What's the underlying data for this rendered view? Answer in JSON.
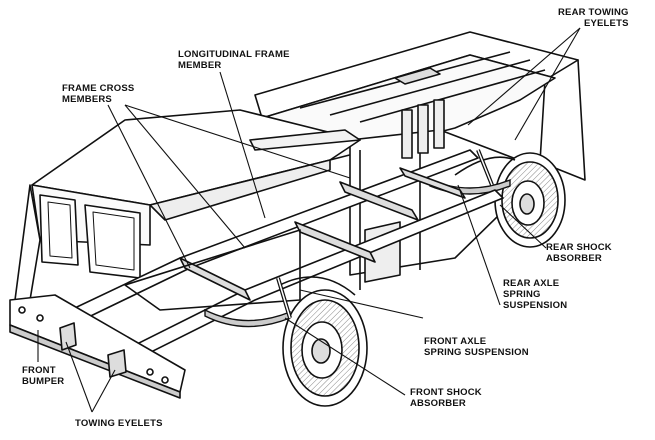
{
  "labels": {
    "rear_towing_eyelets": "REAR TOWING\nEYELETS",
    "longitudinal_frame_member": "LONGITUDINAL FRAME\nMEMBER",
    "frame_cross_members": "FRAME CROSS\nMEMBERS",
    "rear_shock_absorber": "REAR SHOCK\nABSORBER",
    "rear_axle_spring_suspension": "REAR AXLE\nSPRING\nSUSPENSION",
    "front_axle_spring_suspension": "FRONT AXLE\nSPRING SUSPENSION",
    "front_bumper": "FRONT\nBUMPER",
    "front_shock_absorber": "FRONT SHOCK\nABSORBER",
    "towing_eyelets": "TOWING EYELETS"
  },
  "colors": {
    "ink": "#111111",
    "paper": "#ffffff",
    "shade": "#bdbdbd"
  }
}
